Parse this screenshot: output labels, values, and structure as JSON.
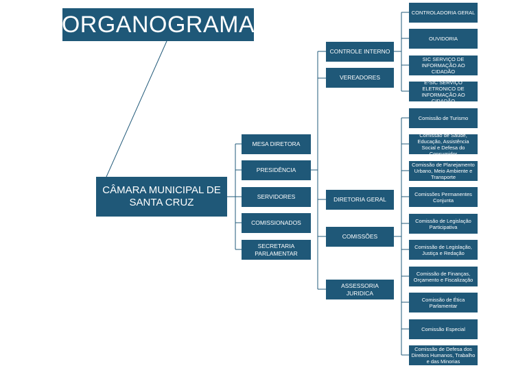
{
  "title": "ORGANOGRAMA",
  "root": "CÂMARA MUNICIPAL DE SANTA CRUZ",
  "level1": [
    "MESA DIRETORA",
    "PRESIDÊNCIA",
    "SERVIDORES",
    "COMISSIONADOS",
    "SECRETARIA PARLAMENTAR"
  ],
  "level2": [
    "CONTROLE INTERNO",
    "VEREADORES",
    "DIRETORIA GERAL",
    "COMISSÕES",
    "ASSESSORIA JURIDICA"
  ],
  "controle_interno_children": [
    "CONTROLADORIA GERAL",
    "OUVIDORIA",
    "SIC SERVIÇO DE INFORMAÇÃO AO CIDADÃO",
    "E-SIC SERVIÇO ELETRONICO DE INFORMAÇÃO AO CIDADÃO"
  ],
  "comissoes_children": [
    "Comissão de Turismo",
    "Comissão de Saúde, Educação, Assistência Social e Defesa do Consumidor",
    "Comissão de Planejamento Urbano, Meio Ambiente e Transporte",
    "Comissões Permanentes Conjunta",
    "Comissão de Legislação Participativa",
    "Comissão de Legislação, Justiça e Redação",
    "Comissão de Finanças, Orçamento e Fiscalização",
    "Comissão de Ética Parlamentar",
    "Comissão Especial",
    "Comissão de Defesa dos Direitos Humanos, Trabalho e das Minorias"
  ],
  "colors": {
    "box": "#1f5878",
    "line": "#1f5878",
    "text": "#ffffff"
  }
}
